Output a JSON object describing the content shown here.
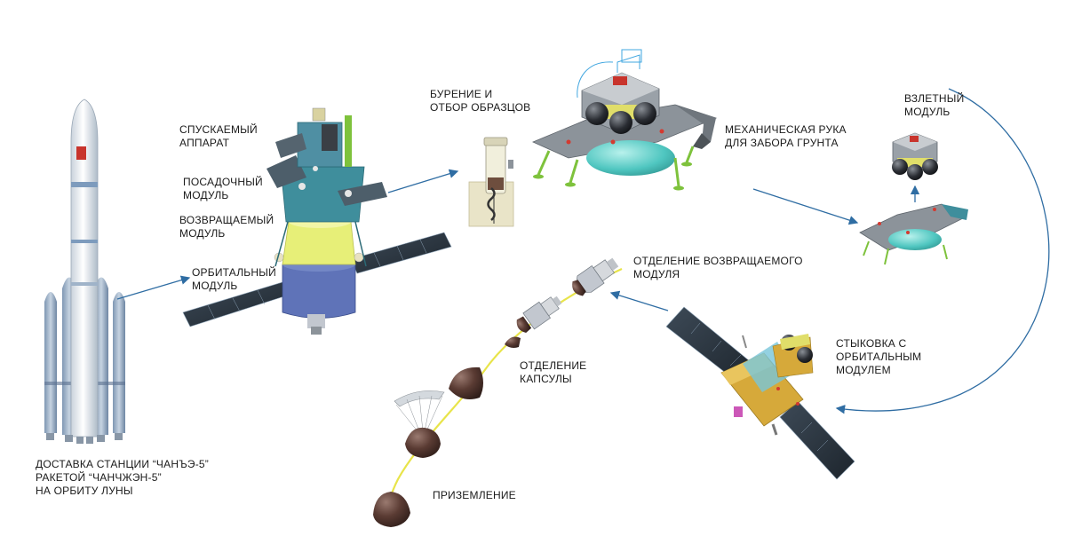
{
  "labels": {
    "launch": [
      "ДОСТАВКА СТАНЦИИ “ЧАНЪЭ-5”",
      "РАКЕТОЙ “ЧАНЧЖЭН-5”",
      "НА ОРБИТУ ЛУНЫ"
    ],
    "descent_vehicle": [
      "СПУСКАЕМЫЙ",
      "АППАРАТ"
    ],
    "landing_module": [
      "ПОСАДОЧНЫЙ",
      "МОДУЛЬ"
    ],
    "return_module": [
      "ВОЗВРАЩАЕМЫЙ",
      "МОДУЛЬ"
    ],
    "orbital_module": [
      "ОРБИТАЛЬНЫЙ",
      "МОДУЛЬ"
    ],
    "drilling": [
      "БУРЕНИЕ И",
      "ОТБОР ОБРАЗЦОВ"
    ],
    "robotic_arm": [
      "МЕХАНИЧЕСКАЯ РУКА",
      "ДЛЯ ЗАБОРА ГРУНТА"
    ],
    "ascent_module": [
      "ВЗЛЕТНЫЙ",
      "МОДУЛЬ"
    ],
    "return_separation": [
      "ОТДЕЛЕНИЕ ВОЗВРАЩАЕМОГО",
      "МОДУЛЯ"
    ],
    "docking": [
      "СТЫКОВКА С",
      "ОРБИТАЛЬНЫМ",
      "МОДУЛЕМ"
    ],
    "capsule_separation": [
      "ОТДЕЛЕНИЕ",
      "КАПСУЛЫ"
    ],
    "landing": [
      "ПРИЗЕМЛЕНИЕ"
    ]
  },
  "colors": {
    "arrow": "#2f6da3",
    "trajectory": "#e8e44a",
    "rocket_white": "#eef1f4",
    "rocket_stripe": "#7d9bbd",
    "panel": "#2a3540",
    "module_teal": "#3f8e9c",
    "module_yellow": "#e7ef78",
    "module_blue": "#5f73b8",
    "lander_gray": "#8c939a",
    "tank_teal": "#4fc6c0",
    "gold": "#d6a93a",
    "capsule_brown": "#4a302a",
    "flag_red": "#c8342c"
  }
}
